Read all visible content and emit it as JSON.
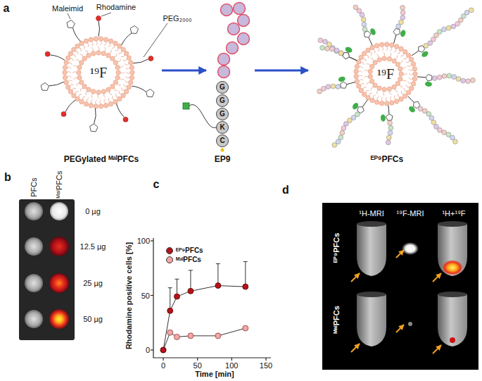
{
  "diagram": {
    "nodes": [
      {
        "text": [
          "¹⁹F",
          "PEGylated ᴹᵃˡPFCs"
        ]
      },
      {
        "text": [
          "EP9"
        ]
      },
      {
        "text": [
          "G"
        ],
        "in": 1
      },
      {
        "text": [
          "G"
        ],
        "in": 1
      },
      {
        "text": [
          "G"
        ],
        "in": 1
      },
      {
        "text": [
          "K"
        ],
        "in": 1
      },
      {
        "text": [
          "C"
        ],
        "in": 1
      },
      {
        "text": [
          "¹⁹F",
          "ᴱᴾ⁹PFCs"
        ]
      }
    ],
    "edges": [
      {
        "from": 0,
        "to": 1,
        "arrow": "to"
      },
      {
        "from": 1,
        "to": 7,
        "arrow": "to"
      }
    ],
    "labels": [
      "a",
      "Maleimid",
      "Rhodamine",
      "PEG₂₀₀₀",
      "b",
      "PFCs",
      "ᴹᵃˡPFCs",
      "0 µg",
      "12.5 µg",
      "25 µg",
      "50 µg",
      "c",
      "100",
      "50",
      "0",
      "0",
      "50",
      "100",
      "150",
      "Rhodamine positive cells [%]",
      "Time [min]",
      "d",
      "¹H-MRI",
      "¹⁹F-MRI",
      "¹H+¹⁹F",
      "ᴱᴾ⁹PFCs",
      "ᴹᵃˡPFCs"
    ],
    "legend": [
      {
        "text": "ᴱᴾ⁹PFCs",
        "color": "#b5121b"
      },
      {
        "text": "ᴹᵃˡPFCs",
        "color": "#f4a6a6"
      }
    ]
  }
}
